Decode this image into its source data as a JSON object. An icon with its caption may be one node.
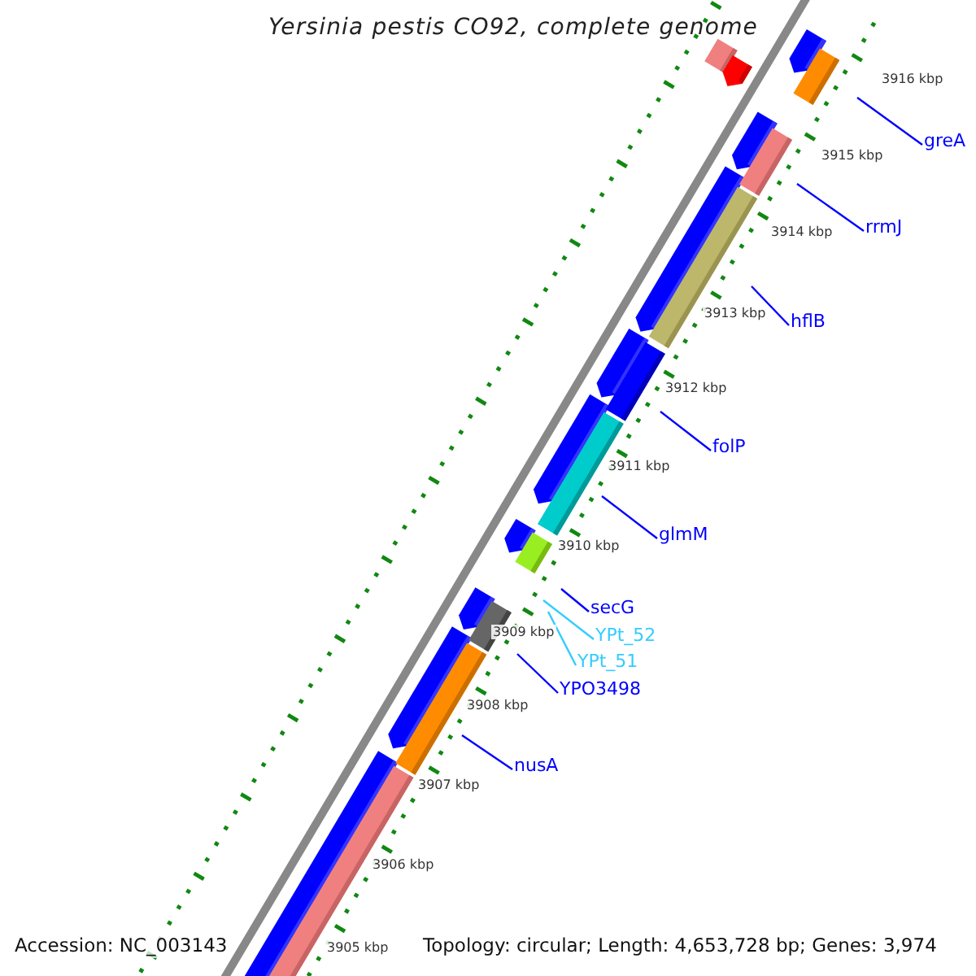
{
  "diagram": {
    "title": "Yersinia pestis CO92, complete genome",
    "nodes": [
      {
        "text": [
          "greA"
        ]
      },
      {
        "text": [
          "rrmJ"
        ]
      },
      {
        "text": [
          "hflB"
        ]
      },
      {
        "text": [
          "folP"
        ]
      },
      {
        "text": [
          "glmM"
        ]
      },
      {
        "text": [
          "secG"
        ]
      },
      {
        "text": [
          "YPt_52"
        ]
      },
      {
        "text": [
          "YPt_51"
        ]
      },
      {
        "text": [
          "YPO3498"
        ]
      },
      {
        "text": [
          "nusA"
        ]
      }
    ],
    "edges": [
      {
        "from": 0,
        "to": null,
        "arrow": "none"
      },
      {
        "from": 1,
        "to": null,
        "arrow": "none"
      },
      {
        "from": 2,
        "to": null,
        "arrow": "none"
      },
      {
        "from": 3,
        "to": null,
        "arrow": "none"
      },
      {
        "from": 4,
        "to": null,
        "arrow": "none"
      },
      {
        "from": 5,
        "to": null,
        "arrow": "none"
      },
      {
        "from": 6,
        "to": null,
        "arrow": "none",
        "color": "#33ccff"
      },
      {
        "from": 7,
        "to": null,
        "arrow": "none",
        "color": "#33ccff"
      },
      {
        "from": 8,
        "to": null,
        "arrow": "none"
      },
      {
        "from": 9,
        "to": null,
        "arrow": "none"
      }
    ],
    "labels": [
      "3916 kbp",
      "3915 kbp",
      "3914 kbp",
      "3913 kbp",
      "3912 kbp",
      "3911 kbp",
      "3910 kbp",
      "3909 kbp",
      "3908 kbp",
      "3907 kbp",
      "3906 kbp",
      "3905 kbp",
      "Accession: NC_003143",
      "Topology: circular; Length: 4,653,728 bp; Genes: 3,974"
    ]
  }
}
